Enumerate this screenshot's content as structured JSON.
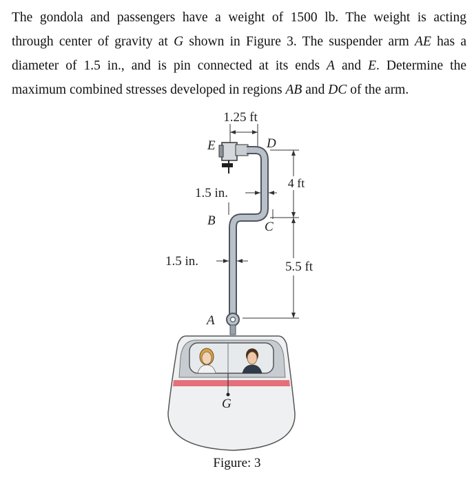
{
  "problem": {
    "line1": [
      "The gondola and passengers have a weight of 1500 lb. The weight is acting"
    ],
    "line2": [
      "through center of gravity at ",
      "G",
      " shown in Figure 3. The suspender arm ",
      "AE",
      " has a"
    ],
    "line3": [
      "diameter of 1.5 in., and is pin connected at its ends ",
      "A",
      " and ",
      "E",
      ". Determine the"
    ],
    "line4": [
      "maximum combined stresses developed in regions ",
      "AB",
      " and ",
      "DC",
      " of the arm."
    ]
  },
  "figure": {
    "dim_top": "1.25 ft",
    "dim_right_upper": "4 ft",
    "dim_right_lower": "5.5 ft",
    "dim_left_upper": "1.5 in.",
    "dim_left_lower": "1.5 in.",
    "point_E": "E",
    "point_D": "D",
    "point_B": "B",
    "point_C": "C",
    "point_A": "A",
    "point_G": "G",
    "colors": {
      "arm_fill": "#b9c0c8",
      "arm_stroke": "#4c5560",
      "stripe": "#e4717a",
      "cabin": "#eef0f1"
    }
  },
  "caption": "Figure: 3"
}
